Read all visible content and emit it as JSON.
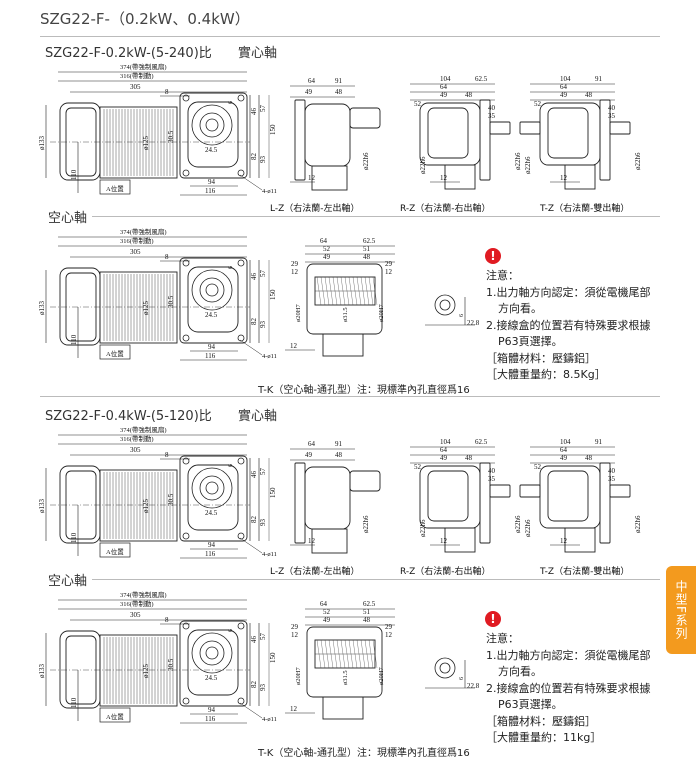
{
  "title": "SZG22-F-（0.2kW、0.4kW）",
  "side_tab": "中型F系列",
  "colors": {
    "accent": "#f39a1e",
    "warning": "#e01b22"
  },
  "sections": [
    {
      "title": "SZG22-F-0.2kW-(5-240)比",
      "solid_label": "實心軸",
      "hollow_label": "空心軸",
      "main_dims": [
        "374(帶強制風扇)",
        "316(帶制動)",
        "305",
        "8",
        "ø133",
        "110",
        "ø125",
        "30.5",
        "24.5",
        "6",
        "46",
        "57",
        "82",
        "93",
        "150",
        "94",
        "116",
        "4-ø11",
        "A位置"
      ],
      "lz_dims": [
        "64",
        "91",
        "49",
        "48",
        "12",
        "ø22h6"
      ],
      "rz_dims": [
        "104",
        "62.5",
        "64",
        "49",
        "48",
        "52",
        "40",
        "35",
        "12",
        "ø22h6"
      ],
      "tz_dims": [
        "104",
        "91",
        "64",
        "49",
        "48",
        "52",
        "40",
        "35",
        "12",
        "ø22h6"
      ],
      "tk_dims": [
        "64",
        "62.5",
        "52",
        "51",
        "49",
        "48",
        "29",
        "29",
        "12",
        "12",
        "ø20H7",
        "ø31.5",
        "ø20H7",
        "12"
      ],
      "hole_dims": [
        "6",
        "22.8"
      ],
      "captions": {
        "lz": "L-Z（右法蘭-左出軸）",
        "rz": "R-Z（右法蘭-右出軸）",
        "tz": "T-Z（右法蘭-雙出軸）"
      },
      "tk_caption": "T-K（空心軸-通孔型）注：現標準內孔直徑爲16",
      "notes": {
        "heading": "注意：",
        "n1": "1.出力軸方向認定：須從電機尾部",
        "n1b": "方向看。",
        "n2": "2.接線盒的位置若有特殊要求根據",
        "n2b": "P63頁選擇。",
        "material": "［箱體材料：壓鑄鋁］",
        "weight": "［大體重量約：8.5Kg］"
      }
    },
    {
      "title": "SZG22-F-0.4kW-(5-120)比",
      "solid_label": "實心軸",
      "hollow_label": "空心軸",
      "main_dims": [
        "374(帶強制風扇)",
        "316(帶制動)",
        "305",
        "8",
        "ø133",
        "110",
        "ø125",
        "30.5",
        "24.5",
        "6",
        "46",
        "57",
        "82",
        "93",
        "150",
        "94",
        "116",
        "4-ø11",
        "A位置"
      ],
      "lz_dims": [
        "64",
        "91",
        "49",
        "48",
        "12",
        "ø22h6"
      ],
      "rz_dims": [
        "104",
        "62.5",
        "64",
        "49",
        "48",
        "52",
        "40",
        "35",
        "12",
        "ø22h6"
      ],
      "tz_dims": [
        "104",
        "91",
        "64",
        "49",
        "48",
        "52",
        "40",
        "35",
        "12",
        "ø22h6"
      ],
      "tk_dims": [
        "64",
        "62.5",
        "52",
        "51",
        "49",
        "48",
        "29",
        "29",
        "12",
        "12",
        "ø20H7",
        "ø31.5",
        "ø20H7",
        "12"
      ],
      "hole_dims": [
        "6",
        "22.8"
      ],
      "captions": {
        "lz": "L-Z（右法蘭-左出軸）",
        "rz": "R-Z（右法蘭-右出軸）",
        "tz": "T-Z（右法蘭-雙出軸）"
      },
      "tk_caption": "T-K（空心軸-通孔型）注：現標準內孔直徑爲16",
      "notes": {
        "heading": "注意：",
        "n1": "1.出力軸方向認定：須從電機尾部",
        "n1b": "方向看。",
        "n2": "2.接線盒的位置若有特殊要求根據",
        "n2b": "P63頁選擇。",
        "material": "［箱體材料：壓鑄鋁］",
        "weight": "［大體重量約：11kg］"
      }
    }
  ]
}
